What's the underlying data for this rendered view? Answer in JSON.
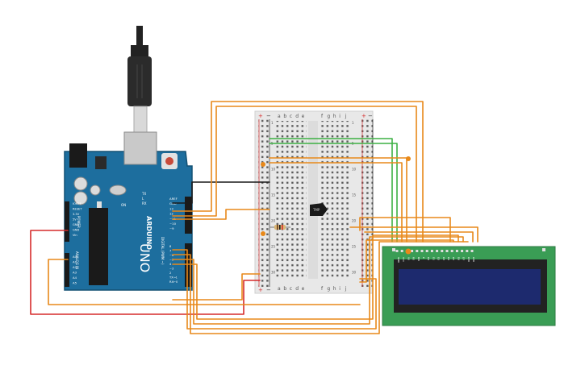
{
  "arduino": {
    "brand": "ARDUINO",
    "model": "UNO",
    "power_header": "POWER",
    "analog_header": "ANALOG IN",
    "digital_header": "DIGITAL (PWM ~)",
    "power_pins": [
      "IOREF",
      "RESET",
      "3.3V",
      "5V",
      "GND",
      "GND",
      "Vin"
    ],
    "analog_pins": [
      "A0",
      "A1",
      "A2",
      "A3",
      "A4",
      "A5"
    ],
    "digital_top_pins": [
      "AREF",
      "GND",
      "13",
      "12",
      "~11",
      "~10",
      "~9"
    ],
    "digital_bottom_pins": [
      "8",
      "7",
      "~6",
      "~5",
      "4",
      "~3",
      "2",
      "TX→1",
      "RX←0"
    ],
    "on_label": "ON",
    "tx_label": "TX",
    "rx_label": "RX",
    "l_label": "L"
  },
  "breadboard": {
    "columns_left": [
      "a",
      "b",
      "c",
      "d",
      "e"
    ],
    "columns_right": [
      "f",
      "g",
      "h",
      "i",
      "j"
    ],
    "row_numbers": [
      "1",
      "5",
      "10",
      "15",
      "20",
      "25",
      "30"
    ],
    "rail_plus": "+",
    "rail_minus": "−"
  },
  "sensor": {
    "label": "TMP"
  },
  "lcd": {
    "pin_labels": [
      "GND",
      "VCC",
      "V0",
      "RS",
      "RW",
      "E",
      "D0",
      "D1",
      "D2",
      "D3",
      "D4",
      "D5",
      "D6",
      "D7",
      "LED",
      "LED"
    ]
  },
  "colors": {
    "wire_orange": "#e8891a",
    "wire_green": "#3cb043",
    "wire_red": "#d62b2b",
    "wire_black": "#1a1a1a",
    "arduino_blue": "#1d6e9e",
    "lcd_green": "#3a9d55",
    "lcd_screen": "#1d2a6e"
  }
}
